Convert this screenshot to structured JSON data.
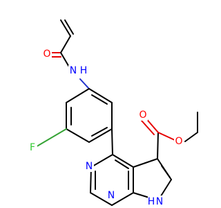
{
  "atoms": {
    "o_amide": {
      "label": "O",
      "color": "#ff0000"
    },
    "nh_amide": {
      "label": "N",
      "h_label": "H",
      "color": "#0000ff"
    },
    "f": {
      "label": "F",
      "color": "#33cc33"
    },
    "o_carbonyl": {
      "label": "O",
      "color": "#ff0000"
    },
    "o_ester": {
      "label": "O",
      "color": "#ff0000"
    },
    "n_top": {
      "label": "N",
      "color": "#0000ff"
    },
    "n_bottom": {
      "label": "N",
      "color": "#0000ff"
    },
    "nh_pyrrole": {
      "label": "N",
      "h_label": "H",
      "color": "#0000ff"
    }
  }
}
